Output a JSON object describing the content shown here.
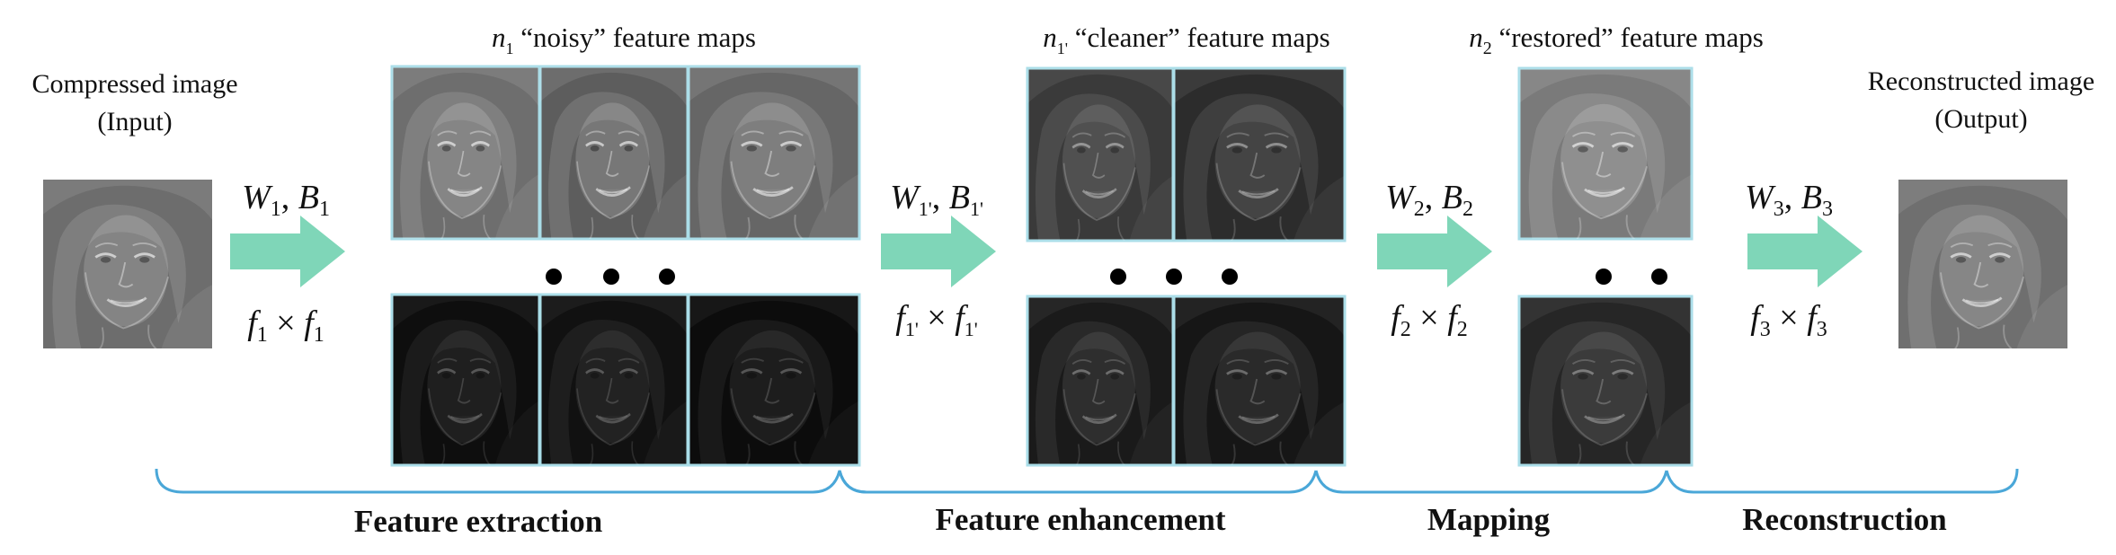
{
  "input": {
    "title_line1": "Compressed image",
    "title_line2": "(Input)"
  },
  "output": {
    "title_line1": "Reconstructed image",
    "title_line2": "(Output)"
  },
  "maps": {
    "noisy": {
      "var": "n",
      "sub": "1",
      "label": "“noisy” feature maps"
    },
    "cleaner": {
      "var": "n",
      "sub": "1'",
      "label": "“cleaner” feature maps"
    },
    "restored": {
      "var": "n",
      "sub": "2",
      "label": "“restored” feature maps"
    }
  },
  "ops": {
    "op1": {
      "w": "W",
      "w_sub": "1",
      "sep": ", ",
      "b": "B",
      "b_sub": "1",
      "f": "f",
      "f_sub": "1",
      "times": " × "
    },
    "op2": {
      "w": "W",
      "w_sub": "1'",
      "sep": ", ",
      "b": "B",
      "b_sub": "1'",
      "f": "f",
      "f_sub": "1'",
      "times": " × "
    },
    "op3": {
      "w": "W",
      "w_sub": "2",
      "sep": ", ",
      "b": "B",
      "b_sub": "2",
      "f": "f",
      "f_sub": "2",
      "times": " × "
    },
    "op4": {
      "w": "W",
      "w_sub": "3",
      "sep": ", ",
      "b": "B",
      "b_sub": "3",
      "f": "f",
      "f_sub": "3",
      "times": " × "
    }
  },
  "stages": {
    "extraction": "Feature extraction",
    "enhancement": "Feature enhancement",
    "mapping": "Mapping",
    "reconstruction": "Reconstruction"
  },
  "colors": {
    "arrow": "#7fd6b8",
    "brace": "#4aa7d8",
    "frame": "#a9dde8"
  }
}
